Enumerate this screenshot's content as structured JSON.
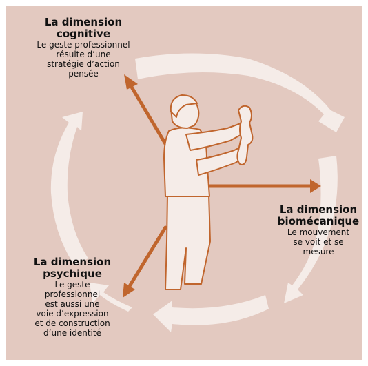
{
  "dimensions": [
    {
      "title_lines": [
        "La dimension",
        "cognitive"
      ],
      "desc_lines": [
        "Le geste professionnel",
        "résulte d’une",
        "stratégie d’action",
        "pensée"
      ]
    },
    {
      "title_lines": [
        "La dimension",
        "biomécanique"
      ],
      "desc_lines": [
        "Le mouvement",
        "se voit et se",
        "mesure"
      ]
    },
    {
      "title_lines": [
        "La dimension",
        "psychique"
      ],
      "desc_lines": [
        "Le geste",
        "professionnel",
        "est aussi une",
        "voie d’expression",
        "et de construction",
        "d’une identité"
      ]
    }
  ],
  "colors": {
    "background": "#e3c9c0",
    "cycle_arrows": "#f5ece8",
    "axis_arrows": "#c0652d",
    "figure_fill": "#f5ece8",
    "figure_stroke": "#c0652d"
  },
  "icons": {
    "figure": "person-handling-object-icon"
  }
}
